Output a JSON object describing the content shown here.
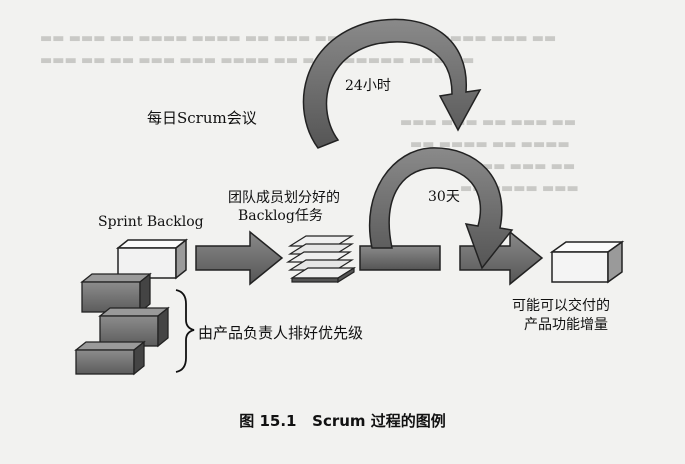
{
  "labels": {
    "daily_scrum": "每日Scrum会议",
    "hours_24": "24小时",
    "days_30": "30天",
    "team_tasks_line1": "团队成员划分好的",
    "team_tasks_line2": "Backlog任务",
    "sprint_backlog": "Sprint Backlog",
    "product_backlog": "由产品负责人排好优先级",
    "increment_line1": "可能可以交付的",
    "increment_line2": "产品功能增量"
  },
  "caption": {
    "number": "图 15.1",
    "title": "Scrum 过程的图例"
  },
  "colors": {
    "arrow_fill": "#6f6f6f",
    "arrow_stroke": "#2a2a2a",
    "box_dark": "#7a7a7a",
    "box_light": "#f4f4f4",
    "background": "#f2f2f0"
  }
}
